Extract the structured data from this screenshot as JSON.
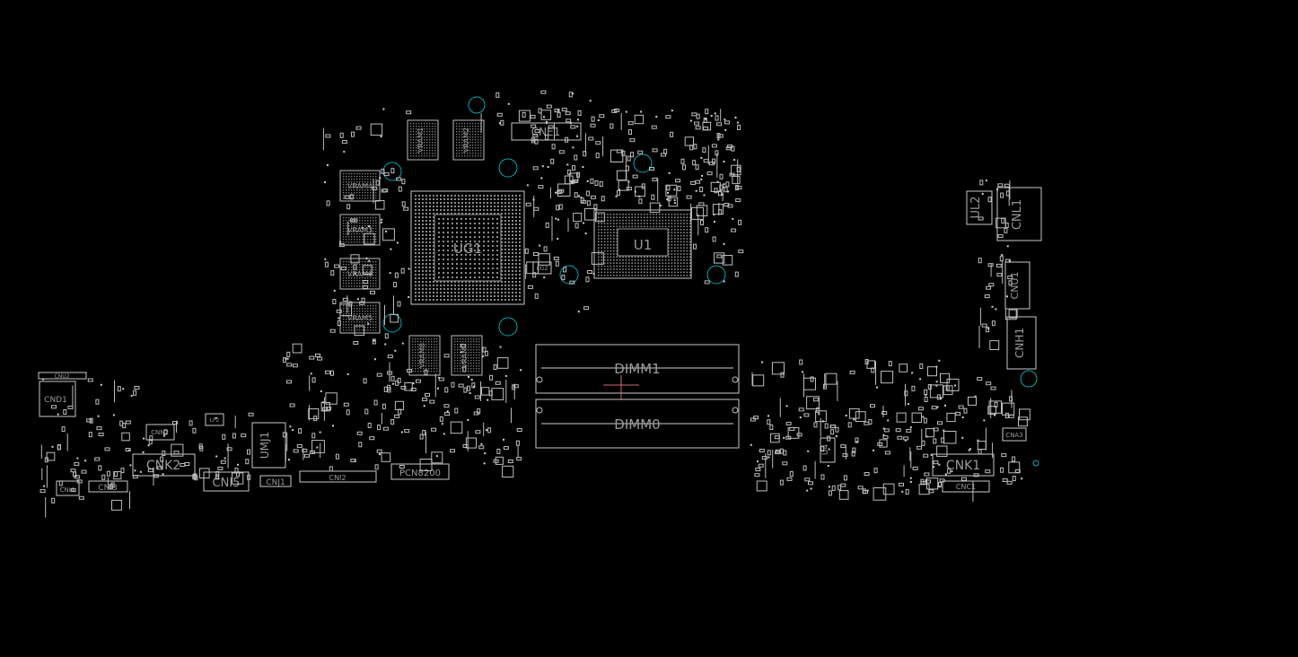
{
  "board": {
    "background": "#000000",
    "silk_color": "#c8c8c8",
    "hole_color": "#00aab4",
    "cursor_color": "#d06a6a"
  },
  "labels": {
    "ug1": "UG1",
    "u1": "U1",
    "cne1": "CNE1",
    "dimm1": "DIMM1",
    "dimm0": "DIMM0",
    "vram1": "VRAM1",
    "vram2": "VRAM2",
    "vram3": "VRAM3",
    "vram4": "VRAM4",
    "vram5": "VRAM5",
    "vram6": "VRAM6",
    "vram7": "VRAM7",
    "vram8": "VRAM8",
    "cnk2": "CNK2",
    "cnk1": "CNK1",
    "cni5": "CNI5",
    "cni3": "CNI3",
    "cni4": "CNI4",
    "cni2": "CNI2",
    "cnj1": "CNJ1",
    "cnn2": "CNN2",
    "cnd1": "CND1",
    "cnm1": "UMJ1",
    "pcn8200": "PCN8200",
    "cnl1": "CNL1",
    "ul2": "UL2",
    "cnh1": "CNH1",
    "cnu1": "CNU1",
    "cnc1": "CNC1",
    "cna3": "CNA3",
    "u4": "U4",
    "ug2": "UG2",
    "lf2": "LF2",
    "cnu2": "CNU2"
  }
}
